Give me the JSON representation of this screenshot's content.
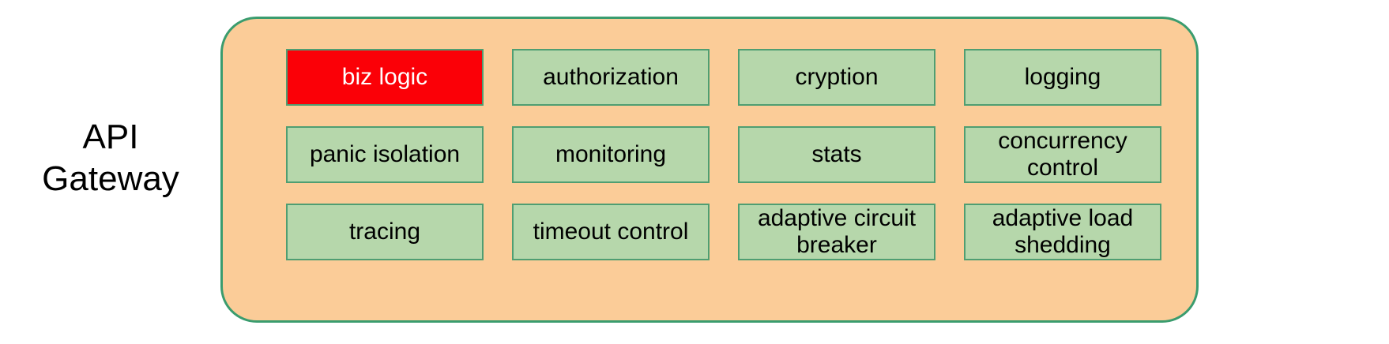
{
  "diagram": {
    "side_label": "API\nGateway",
    "container_name": "API Gateway container",
    "colors": {
      "container_fill": "#fbcc98",
      "container_border": "#3a9c6e",
      "cell_fill": "#b6d7ab",
      "cell_border": "#4f9e72",
      "highlight_fill": "#fb0007",
      "highlight_text": "#ffffff",
      "text": "#000000",
      "page_background": "#ffffff"
    },
    "grid": {
      "rows": 3,
      "columns": 4,
      "cells": [
        {
          "label": "biz logic",
          "highlighted": true
        },
        {
          "label": "authorization",
          "highlighted": false
        },
        {
          "label": "cryption",
          "highlighted": false
        },
        {
          "label": "logging",
          "highlighted": false
        },
        {
          "label": "panic isolation",
          "highlighted": false
        },
        {
          "label": "monitoring",
          "highlighted": false
        },
        {
          "label": "stats",
          "highlighted": false
        },
        {
          "label": "concurrency\ncontrol",
          "highlighted": false
        },
        {
          "label": "tracing",
          "highlighted": false
        },
        {
          "label": "timeout control",
          "highlighted": false
        },
        {
          "label": "adaptive circuit\nbreaker",
          "highlighted": false
        },
        {
          "label": "adaptive load\nshedding",
          "highlighted": false
        }
      ]
    }
  }
}
